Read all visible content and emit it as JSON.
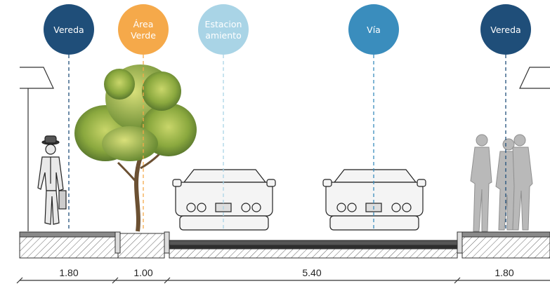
{
  "zones": [
    {
      "key": "vereda_left",
      "lines": [
        "Vereda"
      ],
      "color": "#1f4e79"
    },
    {
      "key": "area_verde",
      "lines": [
        "Área",
        "Verde"
      ],
      "color": "#f5a94a"
    },
    {
      "key": "estacionamiento",
      "lines": [
        "Estacion",
        "amiento"
      ],
      "color": "#a9d4e6"
    },
    {
      "key": "via",
      "lines": [
        "Vía"
      ],
      "color": "#3a8dbd"
    },
    {
      "key": "vereda_right",
      "lines": [
        "Vereda"
      ],
      "color": "#1f4e79"
    }
  ],
  "dimensions": [
    "1.80",
    "1.00",
    "5.40",
    "1.80"
  ],
  "colors": {
    "ground_hatch": "#555555",
    "asphalt": "#3a3a3a",
    "figure_gray": "#b9b9b9",
    "tree_green": "#7f9f3a"
  }
}
